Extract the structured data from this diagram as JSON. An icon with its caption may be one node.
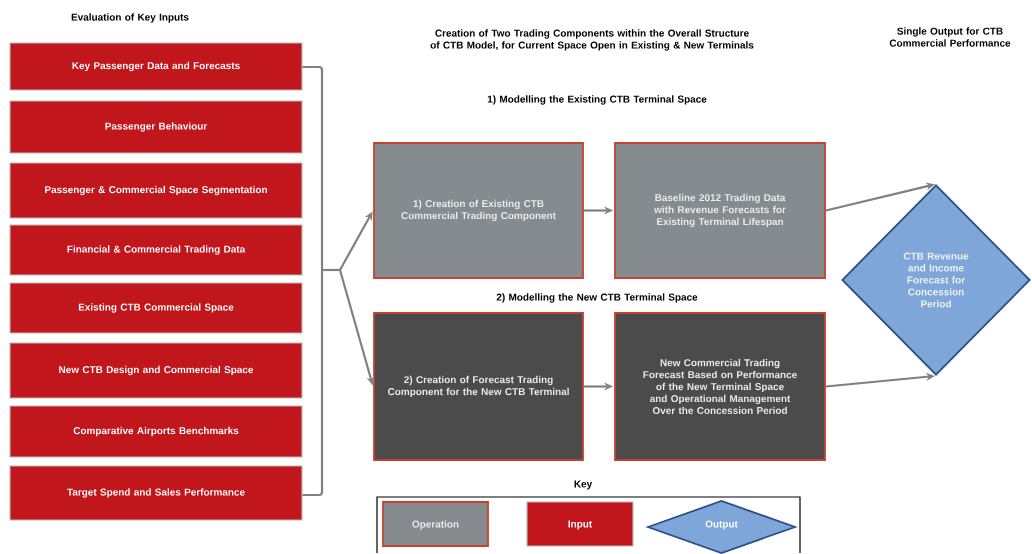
{
  "diagram": {
    "nodes": [
      {
        "text": [
          "Key Passenger Data and Forecasts"
        ]
      },
      {
        "text": [
          "Passenger Behaviour"
        ]
      },
      {
        "text": [
          "Passenger & Commercial Space Segmentation"
        ]
      },
      {
        "text": [
          "Financial & Commercial Trading Data"
        ]
      },
      {
        "text": [
          "Existing CTB Commercial Space"
        ]
      },
      {
        "text": [
          "New CTB Design and Commercial Space"
        ]
      },
      {
        "text": [
          "Comparative Airports Benchmarks"
        ]
      },
      {
        "text": [
          "Target Spend and Sales Performance"
        ]
      },
      {
        "text": [
          "1) Creation of Existing CTB Commercial Trading Component"
        ]
      },
      {
        "text": [
          "Baseline 2012 Trading Data with Revenue Forecasts for Existing Terminal Lifespan"
        ]
      },
      {
        "text": [
          "2) Creation of Forecast Trading Component for the New CTB Terminal"
        ]
      },
      {
        "text": [
          "New Commercial Trading Forecast Based on Performance of the New Terminal Space and Operational Management Over the Concession Period"
        ]
      },
      {
        "text": [
          "CTB Revenue and Income Forecast for Concession Period"
        ]
      }
    ],
    "edges": [
      {
        "from": null,
        "to": 8,
        "arrow": "to"
      },
      {
        "from": null,
        "to": 10,
        "arrow": "to"
      },
      {
        "from": 8,
        "to": 9,
        "arrow": "to"
      },
      {
        "from": 10,
        "to": 11,
        "arrow": "to"
      },
      {
        "from": 9,
        "to": 12,
        "arrow": "to"
      },
      {
        "from": 11,
        "to": 12,
        "arrow": "to"
      }
    ],
    "labels": [
      "Evaluation of Key Inputs",
      "Creation of Two Trading Components within the Overall Structure of CTB Model, for Current Space Open in Existing & New Terminals",
      "Single Output for CTB Commercial Performance",
      "1) Modelling the Existing CTB Terminal Space",
      "2) Modelling the New CTB Terminal Space",
      "Key"
    ],
    "legend": [
      {
        "text": "Operation",
        "color": "#858b8f"
      },
      {
        "text": "Input",
        "color": "#c0161c"
      },
      {
        "text": "Output",
        "color": "#7ea6d8"
      }
    ]
  }
}
